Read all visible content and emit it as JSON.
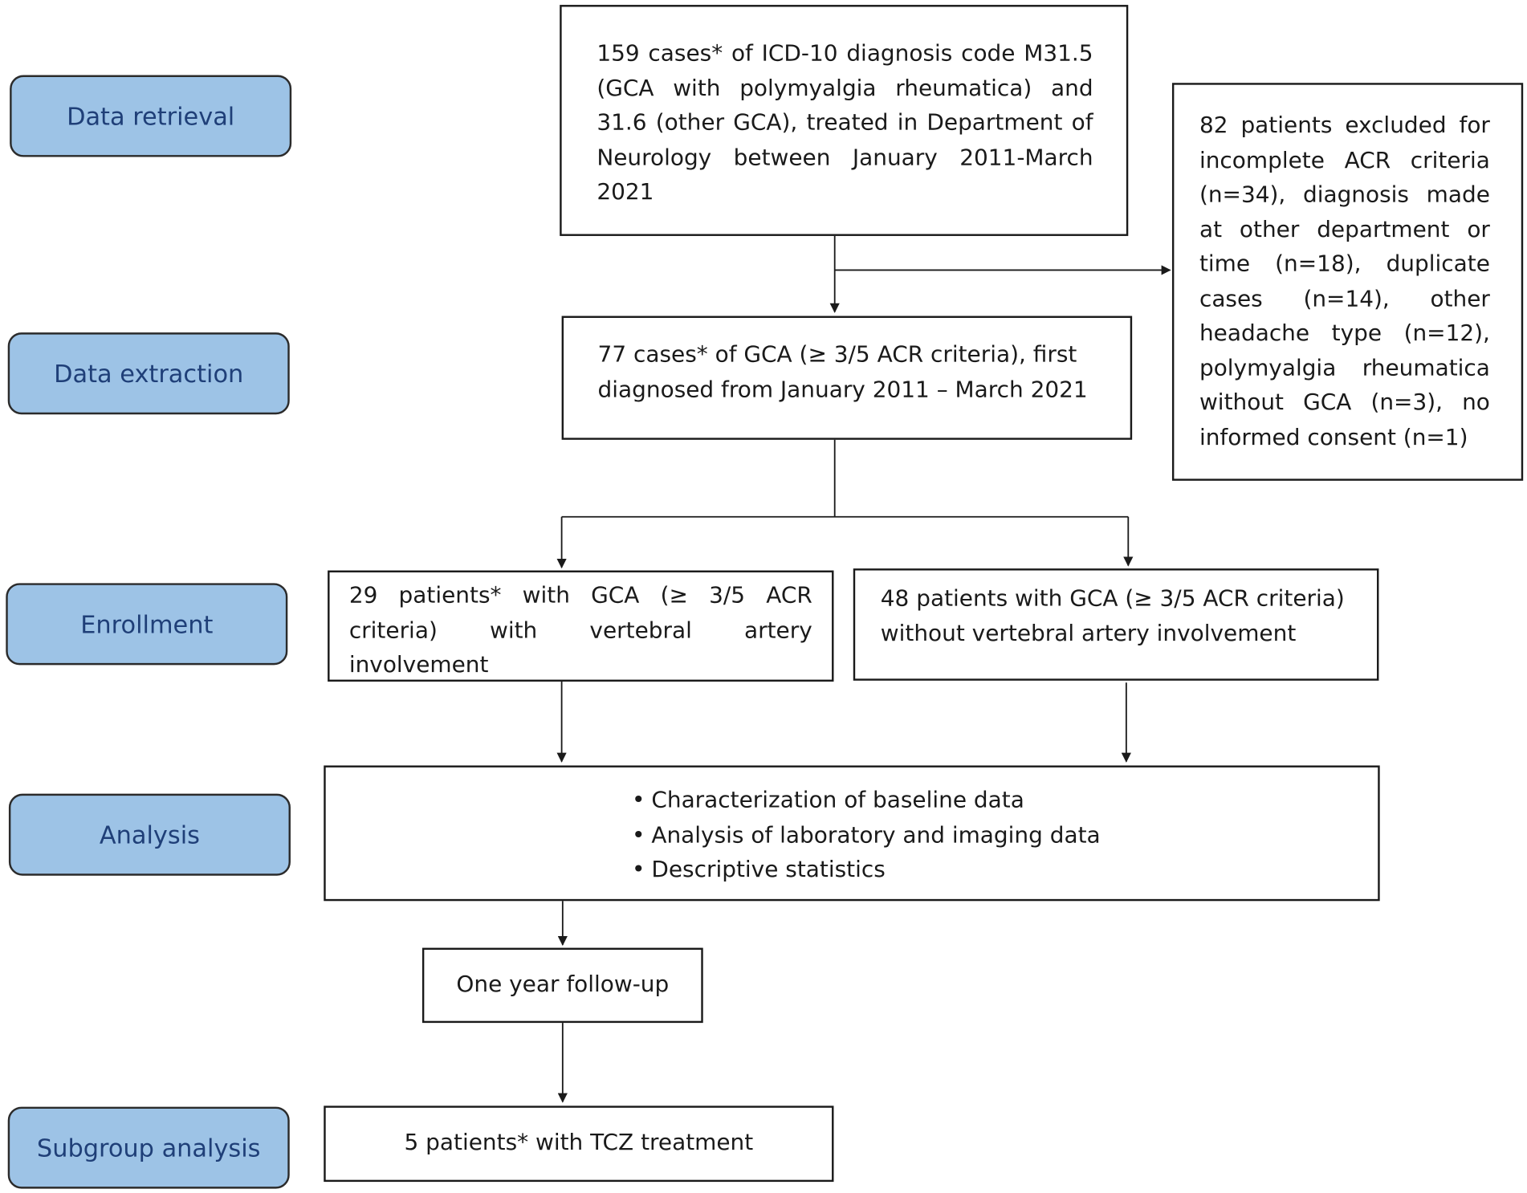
{
  "phases": {
    "retrieval": "Data retrieval",
    "extraction": "Data extraction",
    "enrollment": "Enrollment",
    "analysis": "Analysis",
    "subgroup": "Subgroup analysis"
  },
  "boxes": {
    "initial": "159 cases* of ICD-10 diagnosis code M31.5 (GCA with polymyalgia rheumatica) and 31.6 (other GCA), treated in Department of Neurology between January 2011-March 2021",
    "excluded": "82 patients excluded for incomplete ACR criteria (n=34), diagnosis made at other department or time (n=18), duplicate cases (n=14), other headache type (n=12), polymyalgia rheumatica without GCA (n=3), no informed consent (n=1)",
    "extracted": "77 cases* of GCA (≥ 3/5 ACR criteria), first diagnosed from January 2011 – March 2021",
    "with_va": "29 patients* with GCA (≥ 3/5 ACR criteria) with vertebral artery involvement",
    "without_va": "48 patients with GCA (≥ 3/5 ACR criteria) without vertebral artery involvement",
    "analysis_items": [
      "Characterization of baseline data",
      "Analysis of laboratory and imaging data",
      "Descriptive statistics"
    ],
    "followup": "One year follow-up",
    "tcz": "5 patients* with TCZ treatment"
  },
  "colors": {
    "phase_fill": "#9dc3e6",
    "phase_text": "#1f3f78",
    "line": "#1a1a1a"
  }
}
